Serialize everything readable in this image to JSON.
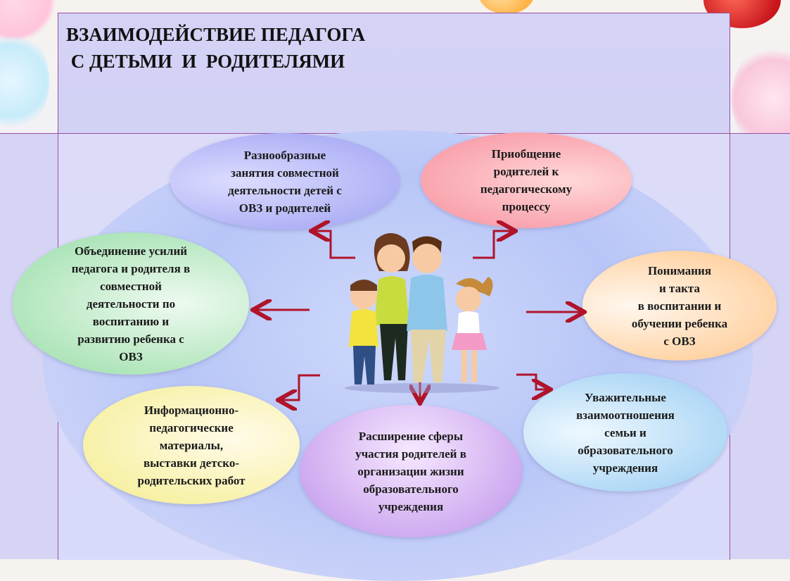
{
  "title": {
    "line1": "ВЗАИМОДЕЙСТВИЕ ПЕДАГОГА",
    "line2": " С ДЕТЬМИ  И  РОДИТЕЛЯМИ"
  },
  "bubbles": {
    "b1": "Разнообразные\nзанятия совместной\nдеятельности детей с\nОВЗ и родителей",
    "b2": "Приобщение\nродителей к\nпедагогическому\nпроцессу",
    "b3": "Объединение усилий\nпедагога и родителя в\nсовместной\nдеятельности по\nвоспитанию и\nразвитию ребенка с\nОВЗ",
    "b4": "Понимания\nи такта\nв воспитании и\nобучении ребенка\nс ОВЗ",
    "b5": "Информационно-\nпедагогические\nматериалы,\nвыставки детско-\nродительских работ",
    "b6": "Расширение сферы\nучастия родителей в\nорганизации жизни\nобразовательного\nучреждения",
    "b7": "Уважительные\nвзаимоотношения\nсемьи и\nобразовательного\nучреждения"
  },
  "colors": {
    "arrow": "#b0142a",
    "frame": "#9b4ea0"
  },
  "icons": {
    "center": "family-illustration"
  }
}
